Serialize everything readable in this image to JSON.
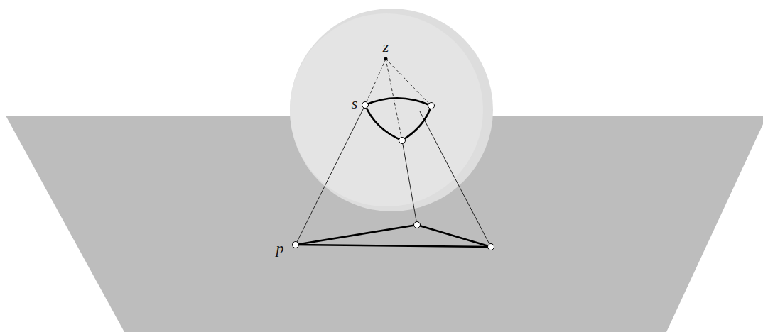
{
  "diagram": {
    "labels": [
      "z",
      "s",
      "p"
    ]
  }
}
